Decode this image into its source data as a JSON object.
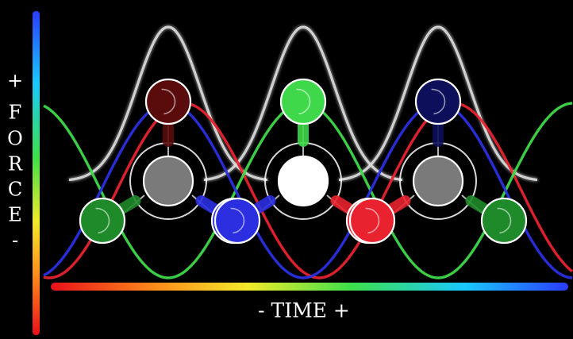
{
  "labels": {
    "force_axis": [
      "+",
      "F",
      "O",
      "R",
      "C",
      "E",
      "-"
    ],
    "time_axis": "- TIME +"
  },
  "colors": {
    "background": "#000000",
    "red": "#e8232f",
    "green": "#3fd84a",
    "blue": "#2b2fe0",
    "white": "#ffffff",
    "gray": "#7a7a7a",
    "dark_red": "#5a0c0c",
    "dark_blue": "#0d0f5a",
    "dark_green": "#1f8a2a",
    "bell_curve": "#dcdcdc"
  },
  "waves": [
    {
      "color": "red",
      "icon": "red-wave"
    },
    {
      "color": "green",
      "icon": "green-wave"
    },
    {
      "color": "blue",
      "icon": "blue-wave"
    }
  ],
  "bell_curves": {
    "count": 3,
    "color": "bell_curve"
  },
  "triads": [
    {
      "role": "left",
      "top": "dark_red",
      "center": "gray",
      "left": "dark_green",
      "right": "blue"
    },
    {
      "role": "middle",
      "top": "green",
      "center": "white",
      "left": "blue",
      "right": "red"
    },
    {
      "role": "right",
      "top": "dark_blue",
      "center": "gray",
      "left": "red",
      "right": "dark_green"
    }
  ]
}
